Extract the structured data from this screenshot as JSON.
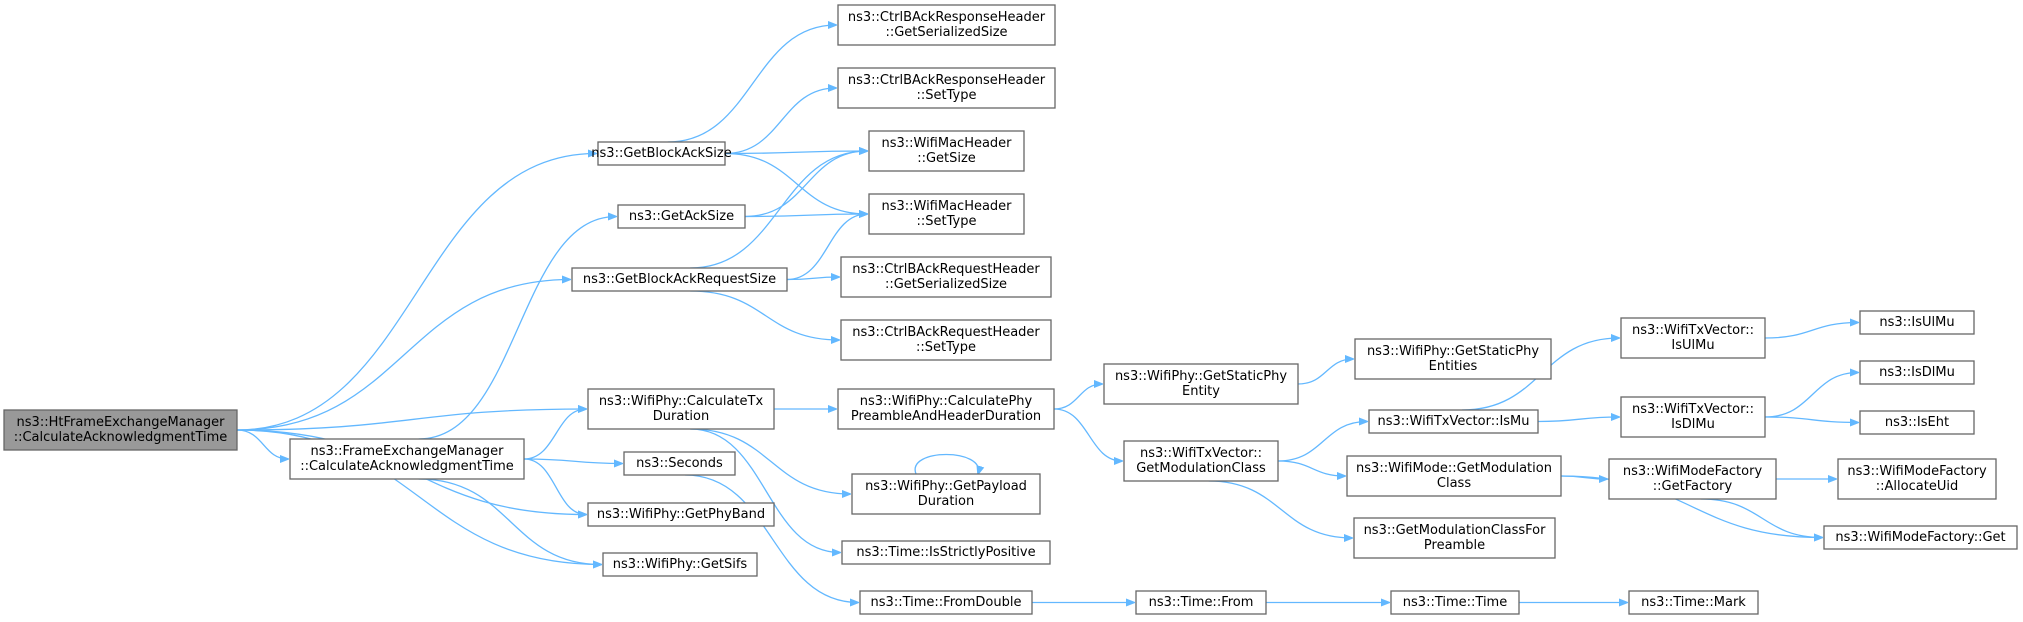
{
  "nodes": [
    {
      "id": "root",
      "lines": [
        "ns3::HtFrameExchangeManager",
        "::CalculateAcknowledgmentTime"
      ],
      "root": true
    },
    {
      "id": "fem",
      "lines": [
        "ns3::FrameExchangeManager",
        "::CalculateAcknowledgmentTime"
      ]
    },
    {
      "id": "gbas",
      "lines": [
        "ns3::GetBlockAckSize"
      ]
    },
    {
      "id": "gas",
      "lines": [
        "ns3::GetAckSize"
      ]
    },
    {
      "id": "gbars",
      "lines": [
        "ns3::GetBlockAckRequestSize"
      ]
    },
    {
      "id": "calctx",
      "lines": [
        "ns3::WifiPhy::CalculateTx",
        "Duration"
      ]
    },
    {
      "id": "seconds",
      "lines": [
        "ns3::Seconds"
      ]
    },
    {
      "id": "getphyband",
      "lines": [
        "ns3::WifiPhy::GetPhyBand"
      ]
    },
    {
      "id": "getsifs",
      "lines": [
        "ns3::WifiPhy::GetSifs"
      ]
    },
    {
      "id": "cbarh_gs",
      "lines": [
        "ns3::CtrlBAckResponseHeader",
        "::GetSerializedSize"
      ]
    },
    {
      "id": "cbarh_st",
      "lines": [
        "ns3::CtrlBAckResponseHeader",
        "::SetType"
      ]
    },
    {
      "id": "wmh_gs",
      "lines": [
        "ns3::WifiMacHeader",
        "::GetSize"
      ]
    },
    {
      "id": "wmh_st",
      "lines": [
        "ns3::WifiMacHeader",
        "::SetType"
      ]
    },
    {
      "id": "cbareq_gs",
      "lines": [
        "ns3::CtrlBAckRequestHeader",
        "::GetSerializedSize"
      ]
    },
    {
      "id": "cbareq_st",
      "lines": [
        "ns3::CtrlBAckRequestHeader",
        "::SetType"
      ]
    },
    {
      "id": "calcpre",
      "lines": [
        "ns3::WifiPhy::CalculatePhy",
        "PreambleAndHeaderDuration"
      ]
    },
    {
      "id": "payload",
      "lines": [
        "ns3::WifiPhy::GetPayload",
        "Duration"
      ]
    },
    {
      "id": "strict",
      "lines": [
        "ns3::Time::IsStrictlyPositive"
      ]
    },
    {
      "id": "fromdouble",
      "lines": [
        "ns3::Time::FromDouble"
      ]
    },
    {
      "id": "staticent",
      "lines": [
        "ns3::WifiPhy::GetStaticPhy",
        "Entity"
      ]
    },
    {
      "id": "getmodclass",
      "lines": [
        "ns3::WifiTxVector::",
        "GetModulationClass"
      ]
    },
    {
      "id": "staticents",
      "lines": [
        "ns3::WifiPhy::GetStaticPhy",
        "Entities"
      ]
    },
    {
      "id": "ismu",
      "lines": [
        "ns3::WifiTxVector::IsMu"
      ]
    },
    {
      "id": "modegetmod",
      "lines": [
        "ns3::WifiMode::GetModulation",
        "Class"
      ]
    },
    {
      "id": "modforpre",
      "lines": [
        "ns3::GetModulationClassFor",
        "Preamble"
      ]
    },
    {
      "id": "isulmu_v",
      "lines": [
        "ns3::WifiTxVector::",
        "IsUlMu"
      ]
    },
    {
      "id": "isdlmu_v",
      "lines": [
        "ns3::WifiTxVector::",
        "IsDlMu"
      ]
    },
    {
      "id": "getfactory",
      "lines": [
        "ns3::WifiModeFactory",
        "::GetFactory"
      ]
    },
    {
      "id": "isulmu",
      "lines": [
        "ns3::IsUlMu"
      ]
    },
    {
      "id": "isdlmu",
      "lines": [
        "ns3::IsDlMu"
      ]
    },
    {
      "id": "iseht",
      "lines": [
        "ns3::IsEht"
      ]
    },
    {
      "id": "allocuid",
      "lines": [
        "ns3::WifiModeFactory",
        "::AllocateUid"
      ]
    },
    {
      "id": "factget",
      "lines": [
        "ns3::WifiModeFactory::Get"
      ]
    },
    {
      "id": "from",
      "lines": [
        "ns3::Time::From"
      ]
    },
    {
      "id": "time",
      "lines": [
        "ns3::Time::Time"
      ]
    },
    {
      "id": "mark",
      "lines": [
        "ns3::Time::Mark"
      ]
    }
  ],
  "edges": [
    [
      "root",
      "gbas"
    ],
    [
      "root",
      "gbars"
    ],
    [
      "root",
      "calctx"
    ],
    [
      "root",
      "fem"
    ],
    [
      "root",
      "getphyband"
    ],
    [
      "root",
      "getsifs"
    ],
    [
      "fem",
      "gas"
    ],
    [
      "fem",
      "calctx"
    ],
    [
      "fem",
      "seconds"
    ],
    [
      "fem",
      "getphyband"
    ],
    [
      "fem",
      "getsifs"
    ],
    [
      "gbas",
      "cbarh_gs"
    ],
    [
      "gbas",
      "cbarh_st"
    ],
    [
      "gbas",
      "wmh_gs"
    ],
    [
      "gbas",
      "wmh_st"
    ],
    [
      "gas",
      "wmh_gs"
    ],
    [
      "gas",
      "wmh_st"
    ],
    [
      "gbars",
      "wmh_gs"
    ],
    [
      "gbars",
      "wmh_st"
    ],
    [
      "gbars",
      "cbareq_gs"
    ],
    [
      "gbars",
      "cbareq_st"
    ],
    [
      "calctx",
      "calcpre"
    ],
    [
      "calctx",
      "payload"
    ],
    [
      "calctx",
      "strict"
    ],
    [
      "seconds",
      "fromdouble"
    ],
    [
      "calcpre",
      "staticent"
    ],
    [
      "calcpre",
      "getmodclass"
    ],
    [
      "payload",
      "payload"
    ],
    [
      "staticent",
      "staticents"
    ],
    [
      "getmodclass",
      "ismu"
    ],
    [
      "getmodclass",
      "modegetmod"
    ],
    [
      "getmodclass",
      "modforpre"
    ],
    [
      "ismu",
      "isulmu_v"
    ],
    [
      "ismu",
      "isdlmu_v"
    ],
    [
      "isulmu_v",
      "isulmu"
    ],
    [
      "isdlmu_v",
      "isdlmu"
    ],
    [
      "isdlmu_v",
      "iseht"
    ],
    [
      "modegetmod",
      "getfactory"
    ],
    [
      "modegetmod",
      "factget"
    ],
    [
      "getfactory",
      "allocuid"
    ],
    [
      "getfactory",
      "factget"
    ],
    [
      "fromdouble",
      "from"
    ],
    [
      "from",
      "time"
    ],
    [
      "time",
      "mark"
    ]
  ]
}
